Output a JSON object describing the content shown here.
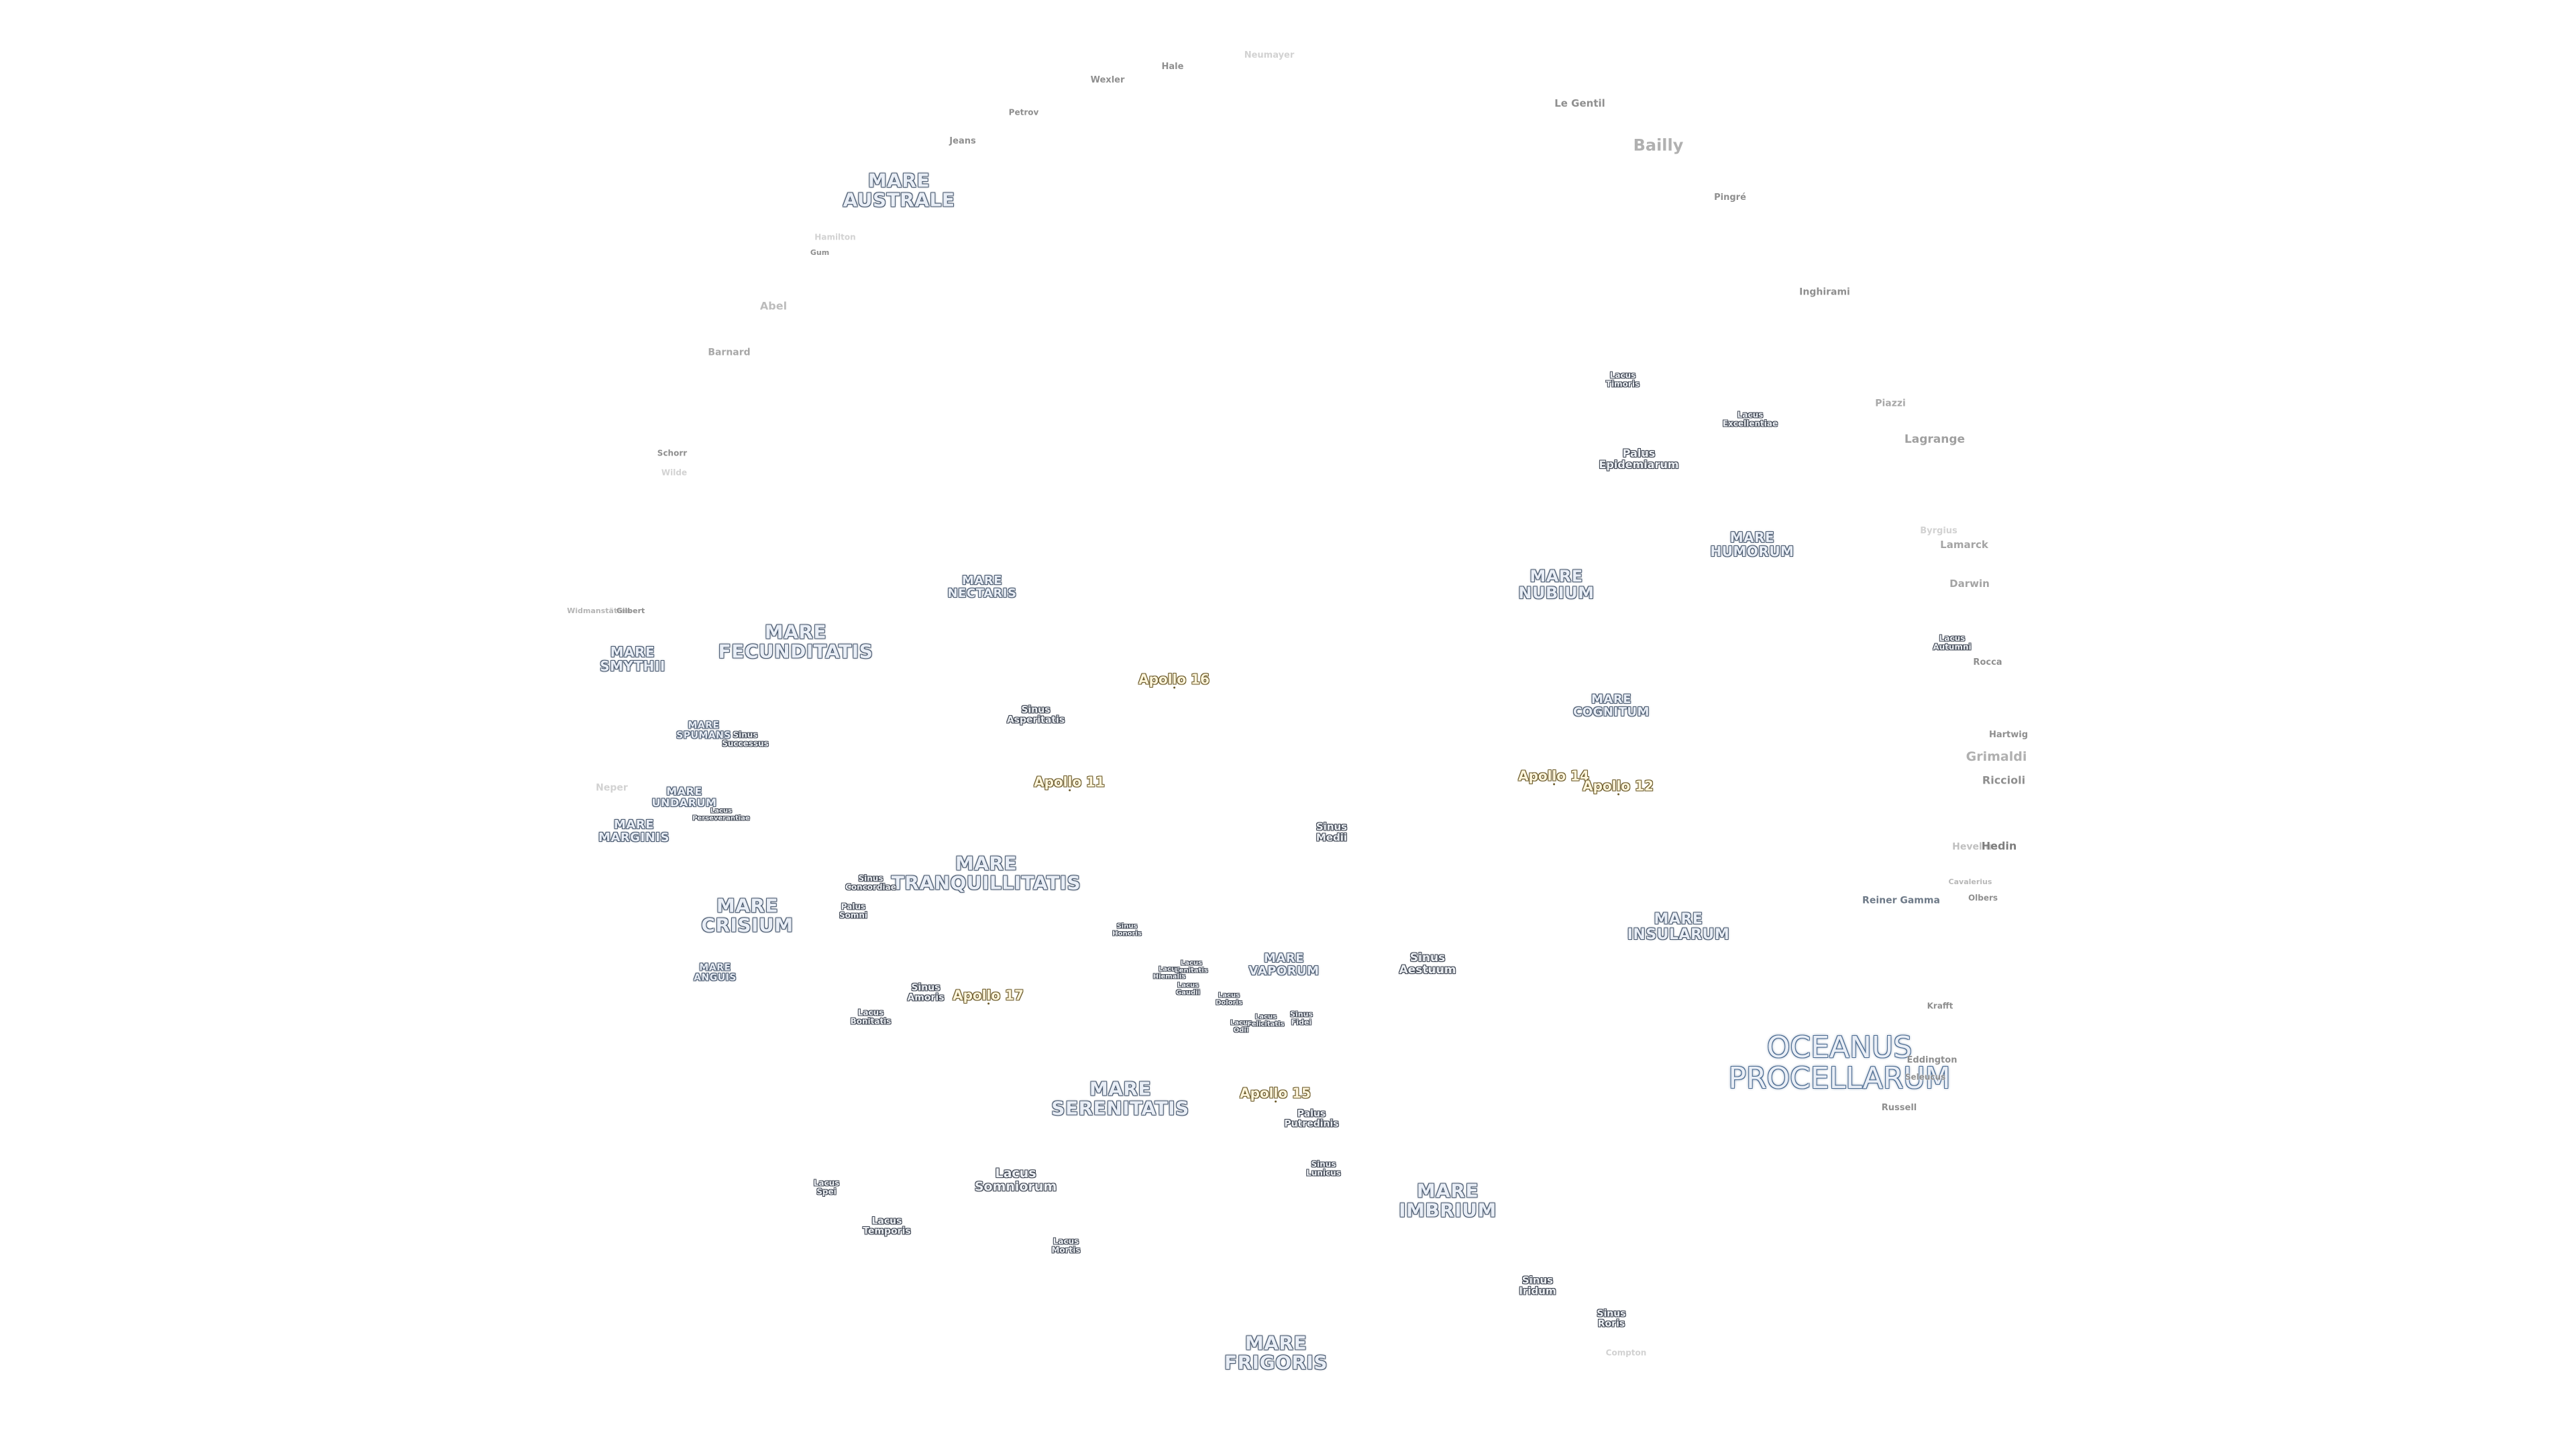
{
  "map": {
    "maria": {
      "mare_australe": "MARE\nAUSTRALE",
      "mare_fecunditatis": "MARE\nFECUNDITATIS",
      "mare_smythii": "MARE\nSMYTHII",
      "mare_nectaris": "MARE\nNECTARIS",
      "mare_spumans": "MARE\nSPUMANS",
      "mare_undarum": "MARE\nUNDARUM",
      "mare_marginis": "MARE\nMARGINIS",
      "mare_crisium": "MARE\nCRISIUM",
      "mare_anguis": "MARE\nANGUIS",
      "mare_tranquillitatis": "MARE\nTRANQUILLITATIS",
      "mare_serenitatis": "MARE\nSERENITATIS",
      "mare_vaporum": "MARE\nVAPORUM",
      "mare_imbrium": "MARE\nIMBRIUM",
      "mare_frigoris": "MARE\nFRIGORIS",
      "mare_nubium": "MARE\nNUBIUM",
      "mare_humorum": "MARE\nHUMORUM",
      "mare_cognitum": "MARE\nCOGNITUM",
      "mare_insularum": "MARE\nINSULARUM",
      "oceanus_procellarum": "OCEANUS\nPROCELLARUM"
    },
    "features": {
      "sinus_asperitatis": "Sinus\nAsperitatis",
      "sinus_successus": "Sinus\nSuccessus",
      "lacus_perseverantiae": "Lacus\nPerseverantiae",
      "sinus_concordiae": "Sinus\nConcordiae",
      "palus_somni": "Palus\nSomni",
      "sinus_amoris": "Sinus\nAmoris",
      "lacus_bonitatis": "Lacus\nBonitatis",
      "sinus_honoris": "Sinus\nHonoris",
      "lacus_hiemalis": "Lacus\nHiemalis",
      "lacus_lenitatis": "Lacus\nLenitatis",
      "lacus_gaudii": "Lacus\nGaudii",
      "lacus_doloris": "Lacus\nDoloris",
      "lacus_odii": "Lacus\nOdii",
      "lacus_felicitatis": "Lacus\nFelicitatis",
      "sinus_fidei": "Sinus\nFidei",
      "sinus_medii": "Sinus\nMedii",
      "sinus_aestuum": "Sinus\nAestuum",
      "palus_putredinis": "Palus\nPutredinis",
      "sinus_lunicus": "Sinus\nLunicus",
      "lacus_somniorum": "Lacus\nSomniorum",
      "lacus_spei": "Lacus\nSpei",
      "lacus_temporis": "Lacus\nTemporis",
      "lacus_mortis": "Lacus\nMortis",
      "sinus_iridum": "Sinus\nIridum",
      "sinus_roris": "Sinus\nRoris",
      "lacus_timoris": "Lacus\nTimoris",
      "lacus_excellentiae": "Lacus\nExcellentiae",
      "palus_epidemiarum": "Palus\nEpidemiarum",
      "lacus_autumni": "Lacus\nAutumni"
    },
    "apollo": {
      "a11": "Apollo 11",
      "a12": "Apollo 12",
      "a14": "Apollo 14",
      "a15": "Apollo 15",
      "a16": "Apollo 16",
      "a17": "Apollo 17"
    },
    "craters": {
      "hale": "Hale",
      "wexler": "Wexler",
      "neumayer": "Neumayer",
      "petrov": "Petrov",
      "jeans": "Jeans",
      "le_gentil": "Le Gentil",
      "bailly": "Bailly",
      "pingre": "Pingré",
      "hamilton": "Hamilton",
      "gum": "Gum",
      "abel": "Abel",
      "barnard": "Barnard",
      "inghirami": "Inghirami",
      "piazzi": "Piazzi",
      "lagrange": "Lagrange",
      "schorr": "Schorr",
      "wilde": "Wilde",
      "byrgius": "Byrgius",
      "lamarck": "Lamarck",
      "darwin": "Darwin",
      "widmanstatten": "Widmanstätten",
      "gilbert": "Gilbert",
      "rocca": "Rocca",
      "hartwig": "Hartwig",
      "grimaldi": "Grimaldi",
      "riccioli": "Riccioli",
      "neper": "Neper",
      "hevelius": "Hevelius",
      "hedin": "Hedin",
      "cavalerius": "Cavalerius",
      "reiner_gamma": "Reiner Gamma",
      "olbers": "Olbers",
      "krafft": "Krafft",
      "eddington": "Eddington",
      "russell": "Russell",
      "seleucus": "Seleucus",
      "compton": "Compton"
    }
  },
  "colors": {
    "background": "#ffffff",
    "mare_text": "#e9eef6",
    "mare_outline": "#4a5a70",
    "apollo_text": "#fff6dc",
    "apollo_outline": "#6b5a2a",
    "crater_text": "#8f8f8f"
  }
}
